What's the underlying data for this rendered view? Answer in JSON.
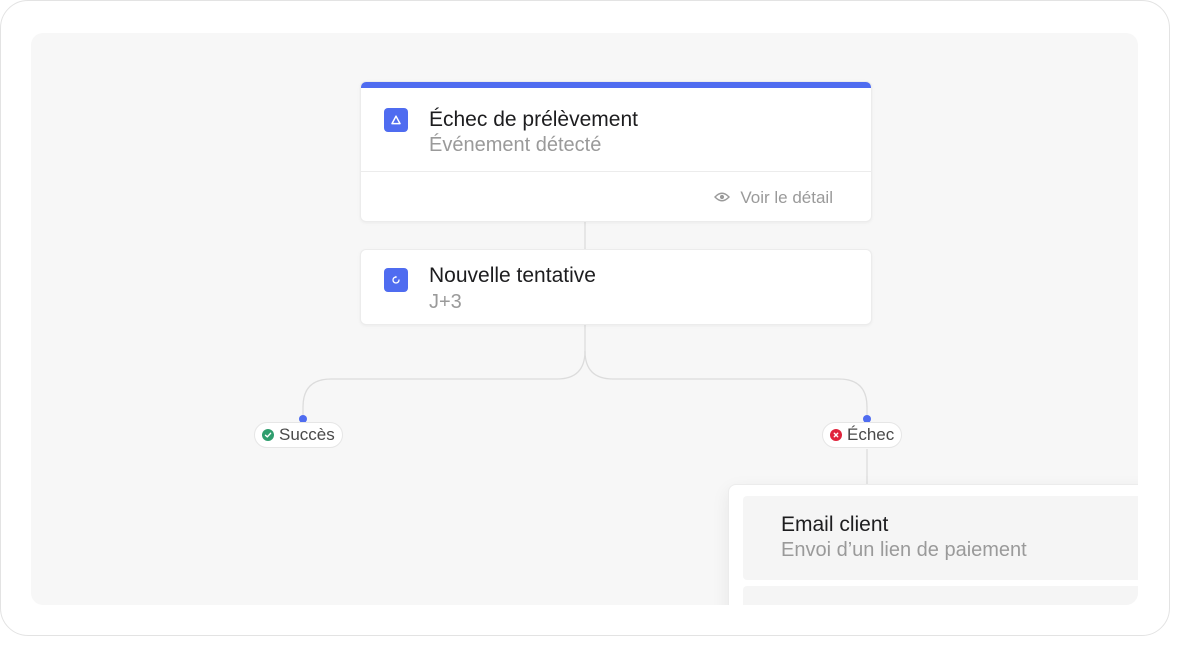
{
  "nodes": {
    "trigger": {
      "title": "Échec de prélèvement",
      "subtitle": "Événement détecté",
      "link_label": "Voir le détail",
      "icon": "alert-triangle-icon"
    },
    "retry": {
      "title": "Nouvelle tentative",
      "subtitle": "J+3",
      "icon": "refresh-icon"
    },
    "email": {
      "title": "Email client",
      "subtitle": "Envoi d’un lien de paiement"
    }
  },
  "branches": {
    "success": {
      "label": "Succès",
      "icon": "check-circle-icon",
      "color": "#2f9e6e"
    },
    "failure": {
      "label": "Échec",
      "icon": "x-circle-icon",
      "color": "#e0243c"
    }
  },
  "colors": {
    "accent": "#4f6cf0",
    "canvas": "#f7f7f7",
    "connector": "#dcdcdc"
  }
}
